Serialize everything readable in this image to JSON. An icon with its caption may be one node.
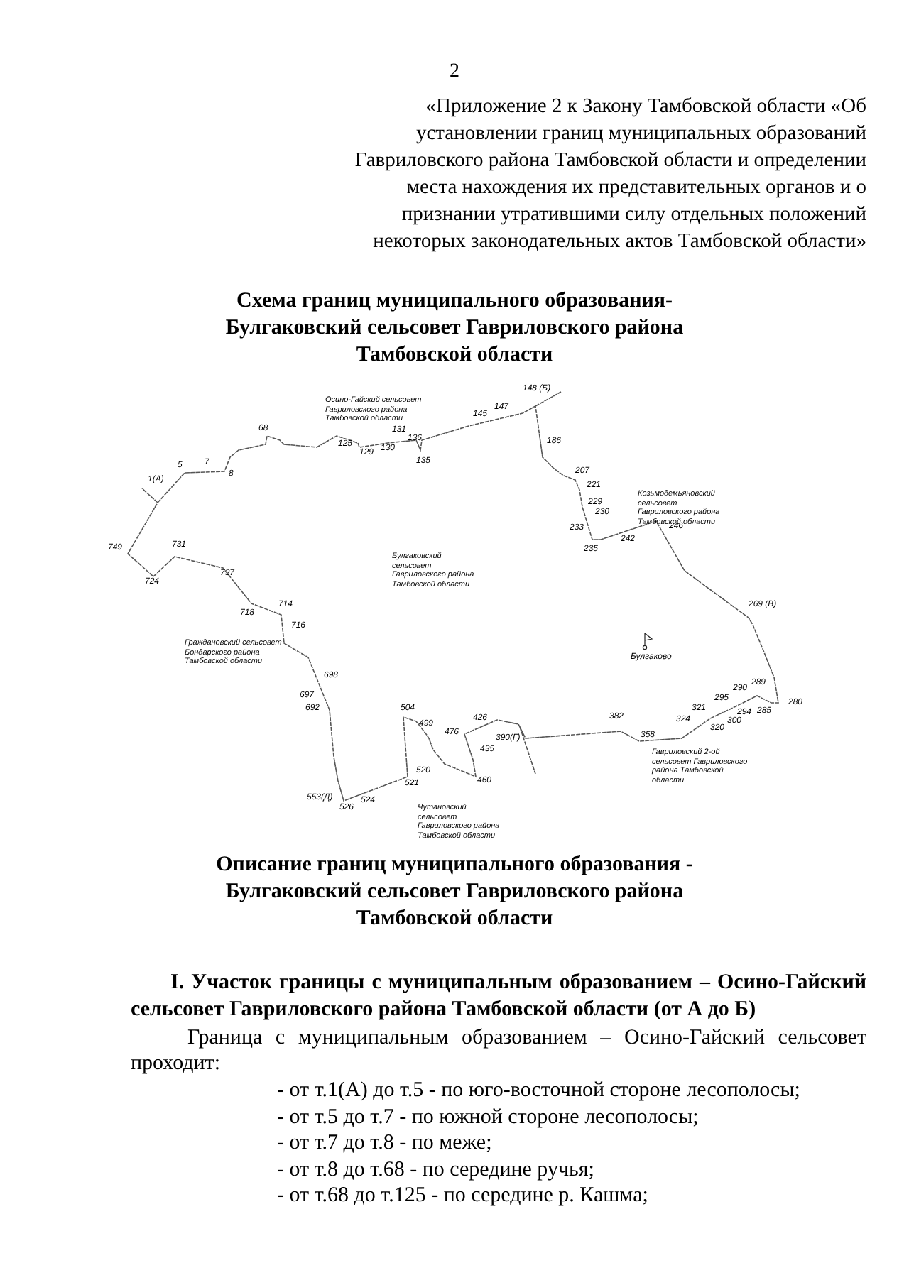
{
  "diagram": {
    "title": "Схема границ муниципального образования- Булгаковский сельсовет Гавриловского района Тамбовской области",
    "labels": [
      "2",
      "«Приложение 2 к Закону Тамбовской области «Об установлении границ муниципальных образований Гавриловского района Тамбовской области и определении места нахождения их представительных органов и о признании утратившими силу отдельных положений некоторых законодательных актов Тамбовской области»",
      "148 (Б)",
      "Осино-Гайский сельсовет Гавриловского района Тамбовской области",
      "147",
      "145",
      "68",
      "131",
      "136",
      "186",
      "125",
      "130",
      "129",
      "135",
      "7",
      "5",
      "8",
      "207",
      "1(А)",
      "221",
      "Козьмодемьяновский сельсовет Гавриловского района Тамбовской области",
      "229",
      "230",
      "233",
      "246",
      "242",
      "731",
      "749",
      "235",
      "Булгаковский сельсовет Гавриловского района Тамбовской области",
      "737",
      "724",
      "714",
      "269 (В)",
      "718",
      "716",
      "Граждановский сельсовет Бондарского района Тамбовской области",
      "Булгаково",
      "698",
      "289",
      "290",
      "697",
      "295",
      "280",
      "692",
      "504",
      "321",
      "294",
      "285",
      "382",
      "426",
      "324",
      "300",
      "499",
      "320",
      "476",
      "358",
      "390(Г)",
      "Гавриловский 2-ой сельсовет Гавриловского района Тамбовской области",
      "435",
      "520",
      "460",
      "521",
      "553(Д)",
      "524",
      "Чутановский сельсовет Гавриловского района Тамбовской области",
      "526",
      "Описание границ муниципального образования - Булгаковский сельсовет Гавриловского района Тамбовской области",
      "I. Участок границы с муниципальным образованием – Осино-Гайский сельсовет Гавриловского района Тамбовской области (от А до Б)",
      "Граница с муниципальным образованием – Осино-Гайский сельсовет проходит:",
      "- от т.1(А) до т.5 - по юго-восточной стороне лесополосы;",
      "- от т.5 до т.7 - по южной стороне лесополосы;",
      "- от т.7 до т.8 - по меже;",
      "- от т.8 до т.68 - по середине ручья;",
      "- от т.68 до т.125 - по середине р. Кашма;"
    ]
  }
}
